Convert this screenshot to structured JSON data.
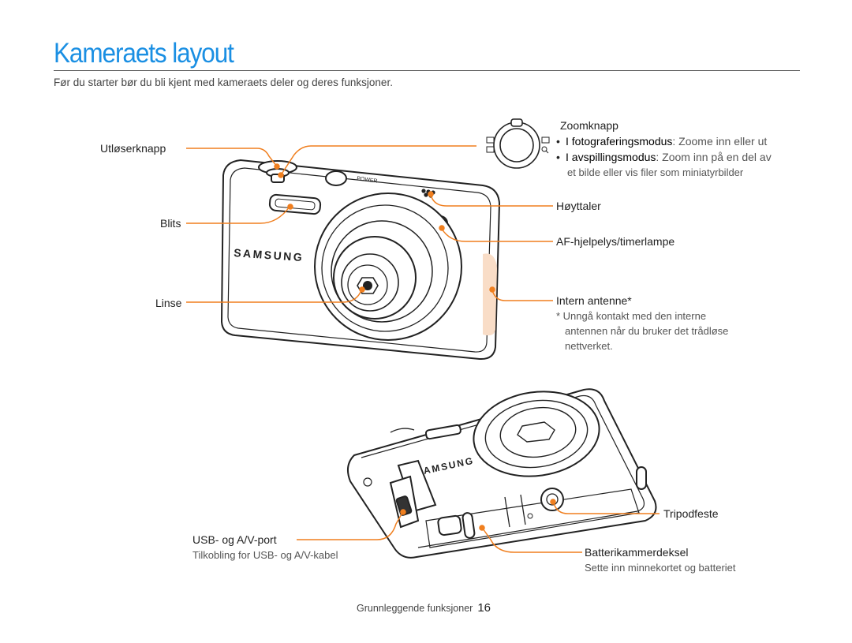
{
  "page": {
    "title": "Kameraets layout",
    "intro": "Før du starter bør du bli kjent med kameraets deler og deres funksjoner."
  },
  "labels": {
    "shutter": "Utløserknapp",
    "flash": "Blits",
    "lens": "Linse",
    "zoom": "Zoomknapp",
    "zoom_shooting_term": "I fotograferingsmodus",
    "zoom_shooting_desc": ": Zoome inn eller ut",
    "zoom_playback_term": "I avspillingsmodus",
    "zoom_playback_desc": ": Zoom inn på en del av",
    "zoom_playback_desc2": "et bilde eller vis filer som miniatyrbilder",
    "speaker": "Høyttaler",
    "af_lamp": "AF-hjelpelys/timerlampe",
    "antenna": "Intern antenne*",
    "antenna_note_1": "* Unngå kontakt med den interne",
    "antenna_note_2": "antennen når du bruker det trådløse",
    "antenna_note_3": "nettverket.",
    "tripod": "Tripodfeste",
    "usb_port": "USB- og A/V-port",
    "usb_port_desc": "Tilkobling for USB- og A/V-kabel",
    "battery_cover": "Batterikammerdeksel",
    "battery_cover_desc": "Sette inn minnekortet og batteriet"
  },
  "camera": {
    "brand": "SAMSUNG",
    "power_label": "POWER"
  },
  "footer": {
    "section": "Grunnleggende funksjoner",
    "page_number": "16"
  },
  "colors": {
    "accent_title": "#1a8fe3",
    "callout": "#f07f1f"
  }
}
